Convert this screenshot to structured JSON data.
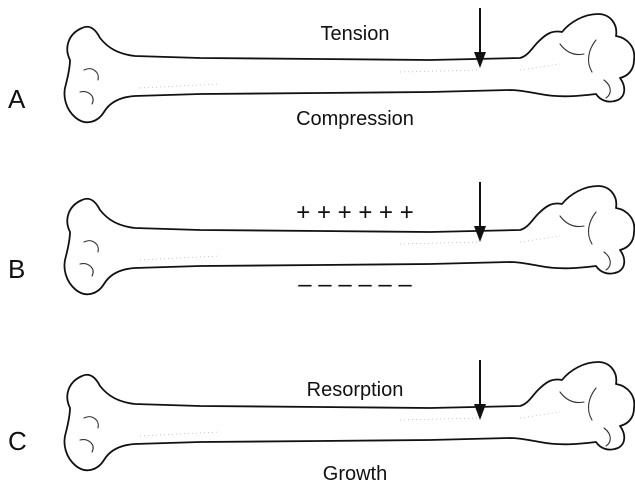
{
  "panels": [
    {
      "letter": "A",
      "top_label": "Tension",
      "bottom_label": "Compression"
    },
    {
      "letter": "B",
      "top_label": "+ + + + + +",
      "bottom_label": "– – – – – –"
    },
    {
      "letter": "C",
      "top_label": "Resorption",
      "bottom_label": "Growth"
    }
  ],
  "icons": {
    "bone": "femur-bone-icon",
    "load": "load-arrow-icon"
  },
  "colors": {
    "ink": "#111111",
    "background": "#ffffff"
  }
}
